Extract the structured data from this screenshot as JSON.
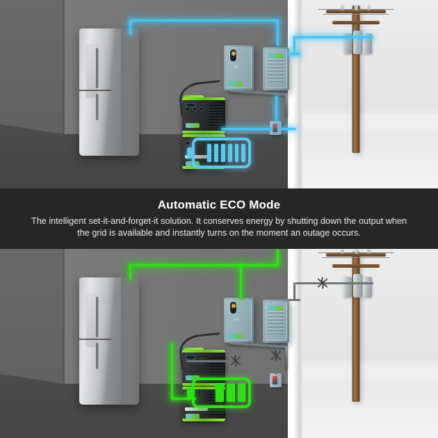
{
  "caption": {
    "title": "Automatic ECO Mode",
    "body": "The intelligent set-it-and-forget-it solution. It conserves energy by shutting down the output when the grid is available and instantly turns on the moment an outage occurs."
  },
  "colors": {
    "band_background": "#262626",
    "title_text": "#ffffff",
    "body_text": "#e9e9e9",
    "grid_power_line": "#49c3f2",
    "battery_power_line": "#2ee015",
    "dead_line": "#6f7477",
    "device_accent": "#8fe03a",
    "panel_body": "#8ba4ae",
    "wall_left": "#696969",
    "wall_right": "#767676",
    "floor": "#4b4b4b",
    "outside": "#e8e8e8",
    "pole_wood": "#7d5833"
  },
  "scenes": [
    {
      "id": "grid-available",
      "state_label": "Grid available - ECO mode, battery charging",
      "line_color": "#49c3f2",
      "battery": {
        "icon": "battery-icon",
        "fill_color": "#49c3f2",
        "cells": 6,
        "state": "charging-full"
      },
      "pole": {
        "label": "utility-pole",
        "line_state": "live"
      },
      "elements": [
        "refrigerator",
        "power-station-stack",
        "transfer-switch-panel",
        "breaker-panel",
        "outlet-box",
        "utility-pole"
      ]
    },
    {
      "id": "grid-outage",
      "state_label": "Grid outage - battery powering load",
      "line_color": "#2ee015",
      "battery": {
        "icon": "battery-icon",
        "fill_color": "#2ee015",
        "cells": 3,
        "state": "discharging"
      },
      "pole": {
        "label": "utility-pole",
        "line_state": "broken"
      },
      "break_markers": 3,
      "elements": [
        "refrigerator",
        "power-station-stack",
        "transfer-switch-panel",
        "breaker-panel",
        "outlet-box",
        "utility-pole"
      ]
    }
  ]
}
